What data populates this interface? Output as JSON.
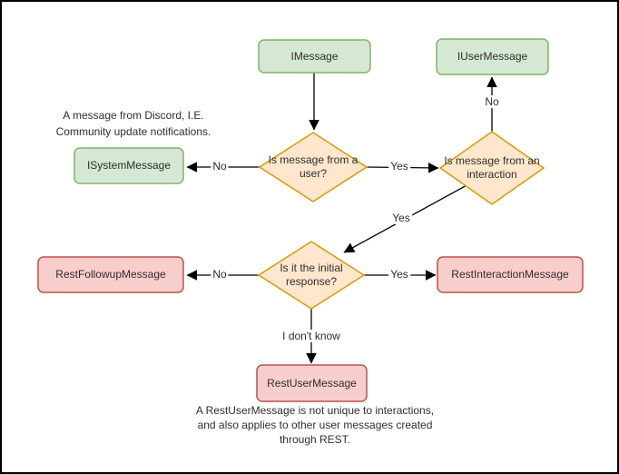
{
  "diagram": {
    "title_implicit": "Discord message type decision flowchart",
    "nodes": {
      "imessage": "IMessage",
      "iusermessage": "IUserMessage",
      "isystemmessage": "ISystemMessage",
      "restfollowup": "RestFollowupMessage",
      "restinteraction": "RestInteractionMessage",
      "restuser": "RestUserMessage"
    },
    "decisions": {
      "from_user": "Is message from a user?",
      "from_interaction": "Is message from an interaction",
      "initial_response": "Is it the initial response?"
    },
    "edge_labels": {
      "user_no": "No",
      "user_yes": "Yes",
      "interaction_no": "No",
      "interaction_yes": "Yes",
      "initial_no": "No",
      "initial_yes": "Yes",
      "initial_unknown": "I don't know"
    },
    "notes": {
      "system_note": "A message from Discord, I.E.\nCommunity update notifications.",
      "restuser_note": "A RestUserMessage is not unique to interactions,\nand also applies to other user messages created\nthrough REST."
    },
    "colors": {
      "class_fill": "#d5e8d4",
      "class_stroke": "#82b366",
      "decision_fill": "#ffe6cc",
      "decision_stroke": "#d79b00",
      "rest_fill": "#f8cecc",
      "rest_stroke": "#b85450",
      "edge": "#000000",
      "text": "#2e2e2e",
      "background": "#ffffff"
    }
  }
}
